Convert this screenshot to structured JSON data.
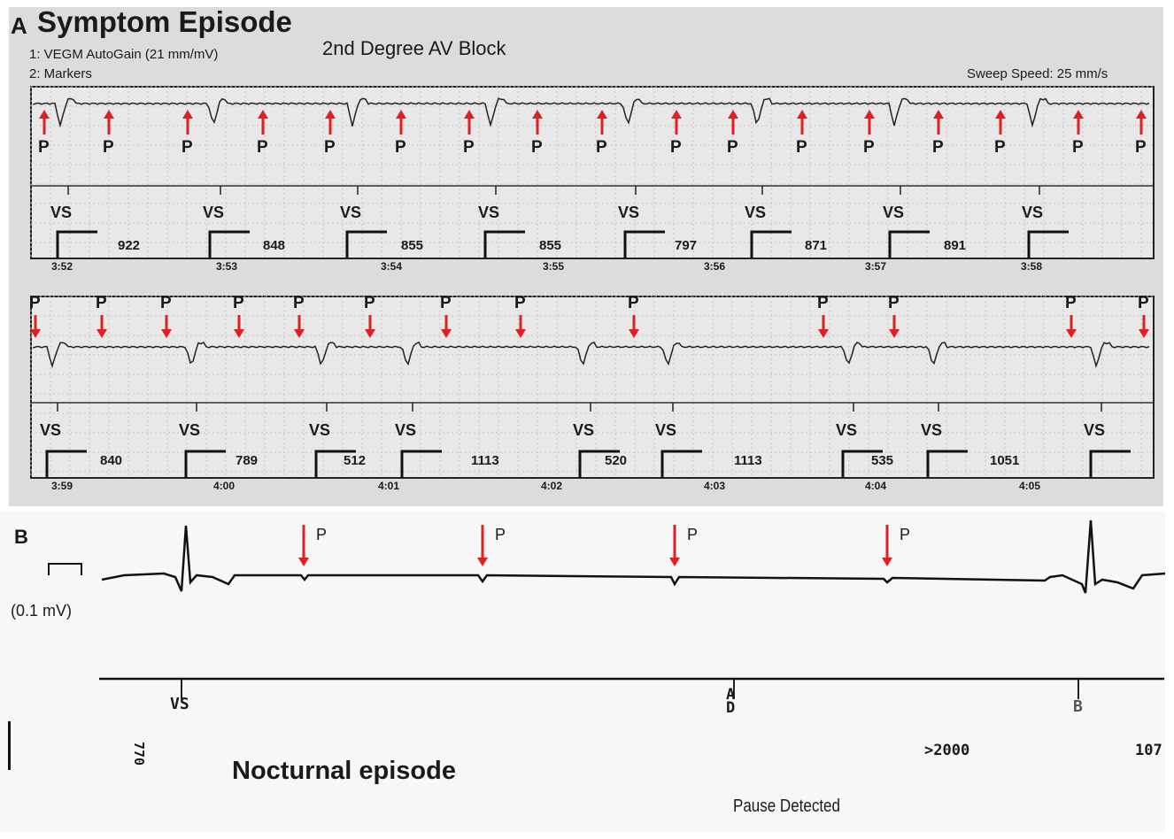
{
  "panel_a": {
    "label": "A",
    "title": "Symptom Episode",
    "channel1": "1:  VEGM   AutoGain (21 mm/mV)",
    "channel2": "2:  Markers",
    "annotation": "2nd Degree AV Block",
    "sweep_speed": "Sweep Speed: 25 mm/s",
    "p_label": "P",
    "vs_label": "VS",
    "strip1": {
      "intervals": [
        "922",
        "848",
        "855",
        "855",
        "797",
        "871",
        "891"
      ],
      "times": [
        "3:52",
        "3:53",
        "3:54",
        "3:55",
        "3:56",
        "3:57",
        "3:58"
      ]
    },
    "strip2": {
      "intervals": [
        "840",
        "789",
        "512",
        "1113",
        "520",
        "1113",
        "535",
        "1051"
      ],
      "times": [
        "3:59",
        "4:00",
        "4:01",
        "4:02",
        "4:03",
        "4:04",
        "4:05"
      ]
    }
  },
  "panel_b": {
    "label": "B",
    "calibration": "(0.1 mV)",
    "p_label": "P",
    "marker_vs": "VS",
    "marker_ad": "AD",
    "marker_b": "B",
    "interval_left": "770",
    "interval_pause": ">2000",
    "interval_right": "107",
    "annotation": "Nocturnal episode",
    "pause_text": "Pause Detected"
  },
  "colors": {
    "arrow": "#e02020",
    "paper": "#dcdcdc",
    "trace": "#222222"
  }
}
